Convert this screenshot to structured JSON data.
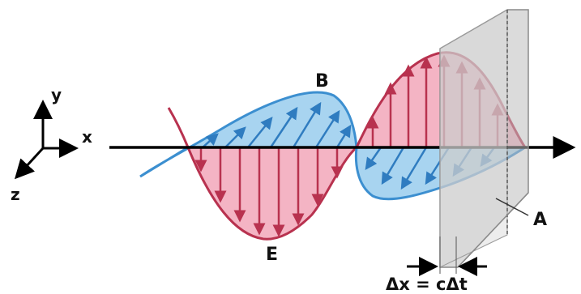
{
  "labels": {
    "axis_y": "y",
    "axis_x": "x",
    "axis_z": "z",
    "field_b": "B",
    "field_e": "E",
    "plane": "A",
    "delta_eq": "Δx = cΔt"
  },
  "colors": {
    "e_field_fill": "#f4b4c4",
    "e_field_stroke": "#b8324f",
    "b_field_fill": "#a8d4f0",
    "b_field_stroke": "#3c8fd0",
    "axis": "#000000",
    "plane": "#c8c8c8"
  }
}
